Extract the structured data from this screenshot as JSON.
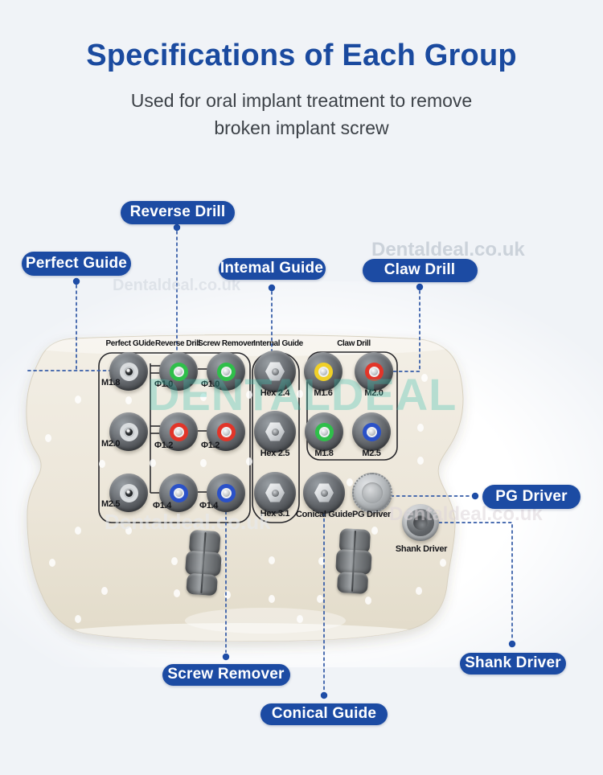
{
  "page": {
    "title": "Specifications of Each Group",
    "subtitle_line1": "Used for oral implant treatment to remove",
    "subtitle_line2": "broken implant screw"
  },
  "colors": {
    "title_blue": "#1a4a9f",
    "pill_blue": "#1c4ba3",
    "connector_blue": "#3a5fa8",
    "case_cream": "#ece6d9",
    "watermark_teal": "#3cc0ae",
    "ring_green": "#2fbf4a",
    "ring_red": "#e23529",
    "ring_blue": "#2a51c8",
    "ring_yellow": "#f0d028",
    "ring_silver": "#d9dcde"
  },
  "callouts": [
    {
      "id": "reverse-drill",
      "label": "Reverse Drill"
    },
    {
      "id": "perfect-guide",
      "label": "Perfect Guide"
    },
    {
      "id": "internal-guide",
      "label": "Intemal Guide"
    },
    {
      "id": "claw-drill",
      "label": "Claw Drill"
    },
    {
      "id": "pg-driver",
      "label": "PG Driver"
    },
    {
      "id": "shank-driver",
      "label": "Shank Driver"
    },
    {
      "id": "screw-remover",
      "label": "Screw Remover"
    },
    {
      "id": "conical-guide",
      "label": "Conical Guide"
    }
  ],
  "board": {
    "column_headers": [
      "Perfect GUide",
      "Reverse Drill",
      "Screw Remover",
      "Internal Guide",
      "Claw Drill"
    ],
    "tools": [
      {
        "label": "M1.8",
        "ring": "silver"
      },
      {
        "label": "Φ1.0",
        "ring": "green"
      },
      {
        "label": "Φ1.0",
        "ring": "green"
      },
      {
        "label": "Hex 2.4",
        "ring": "hex"
      },
      {
        "label": "M1.6",
        "ring": "yellow"
      },
      {
        "label": "M2.0",
        "ring": "red"
      },
      {
        "label": "M2.0",
        "ring": "silver"
      },
      {
        "label": "Φ1.2",
        "ring": "red"
      },
      {
        "label": "Φ1.2",
        "ring": "red"
      },
      {
        "label": "Hex 2.5",
        "ring": "hex"
      },
      {
        "label": "M1.8",
        "ring": "green"
      },
      {
        "label": "M2.5",
        "ring": "blue"
      },
      {
        "label": "M2.5",
        "ring": "silver"
      },
      {
        "label": "Φ1.4",
        "ring": "blue"
      },
      {
        "label": "Φ1.4",
        "ring": "blue"
      },
      {
        "label": "Hex 3.1",
        "ring": "hex"
      },
      {
        "label": "Conical Guide",
        "ring": "hex"
      },
      {
        "label": "PG Driver",
        "ring": "knob"
      }
    ],
    "shank_driver_label": "Shank Driver"
  },
  "watermarks": {
    "big": "DENTALDEAL",
    "small": "Dentaldeal.co.uk"
  }
}
